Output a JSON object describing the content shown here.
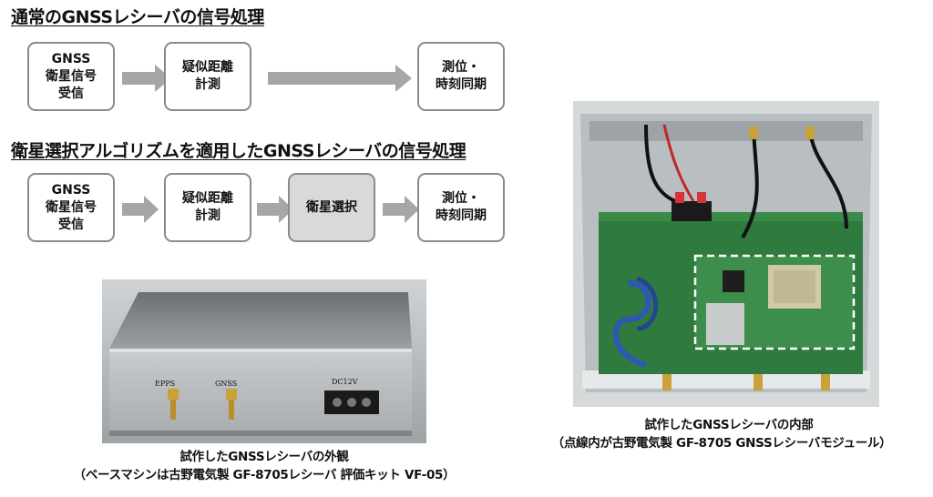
{
  "normal_flow": {
    "title": "通常のGNSSレシーバの信号処理",
    "steps": [
      "GNSS\n衛星信号\n受信",
      "疑似距離\n計測",
      "測位・\n時刻同期"
    ]
  },
  "selection_flow": {
    "title": "衛星選択アルゴリズムを適用したGNSSレシーバの信号処理",
    "steps": [
      "GNSS\n衛星信号\n受信",
      "疑似距離\n計測",
      "衛星選択",
      "測位・\n時刻同期"
    ]
  },
  "exterior_photo": {
    "labels": {
      "epps": "EPPS",
      "gnss": "GNSS",
      "dc": "DC12V"
    },
    "caption_line1": "試作したGNSSレシーバの外観",
    "caption_line2": "（ベースマシンは古野電気製 GF-8705レシーバ 評価キット VF-05）"
  },
  "interior_photo": {
    "caption_line1": "試作したGNSSレシーバの内部",
    "caption_line2": "（点線内が古野電気製 GF-8705 GNSSレシーバモジュール）"
  },
  "colors": {
    "box_border": "#8a8a8a",
    "arrow": "#a6a6a6",
    "highlight_box": "#d9d9d9",
    "pcb": "#2f7a3e"
  }
}
